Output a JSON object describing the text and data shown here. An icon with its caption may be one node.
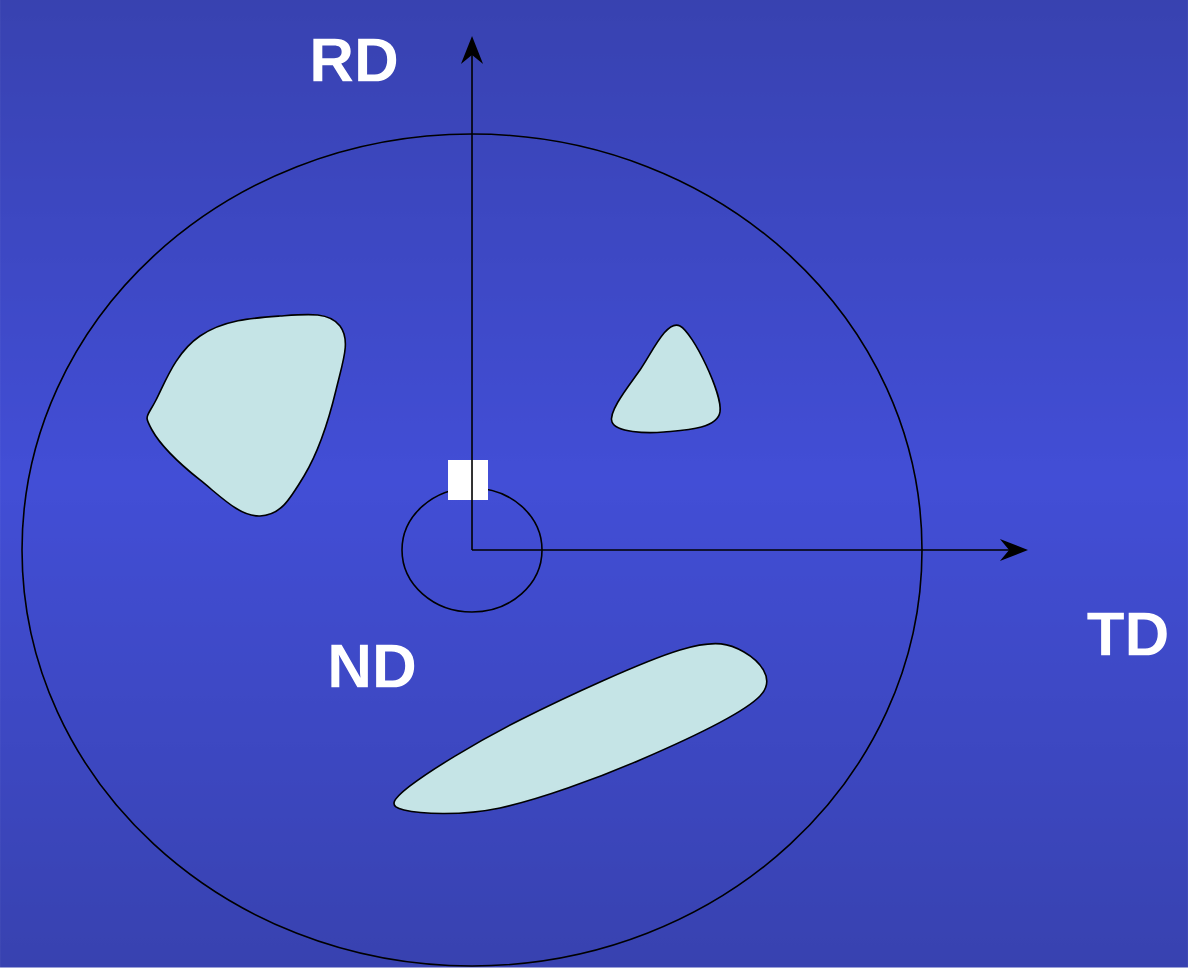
{
  "diagram": {
    "labels": [
      "RD",
      "TD",
      "ND"
    ]
  }
}
